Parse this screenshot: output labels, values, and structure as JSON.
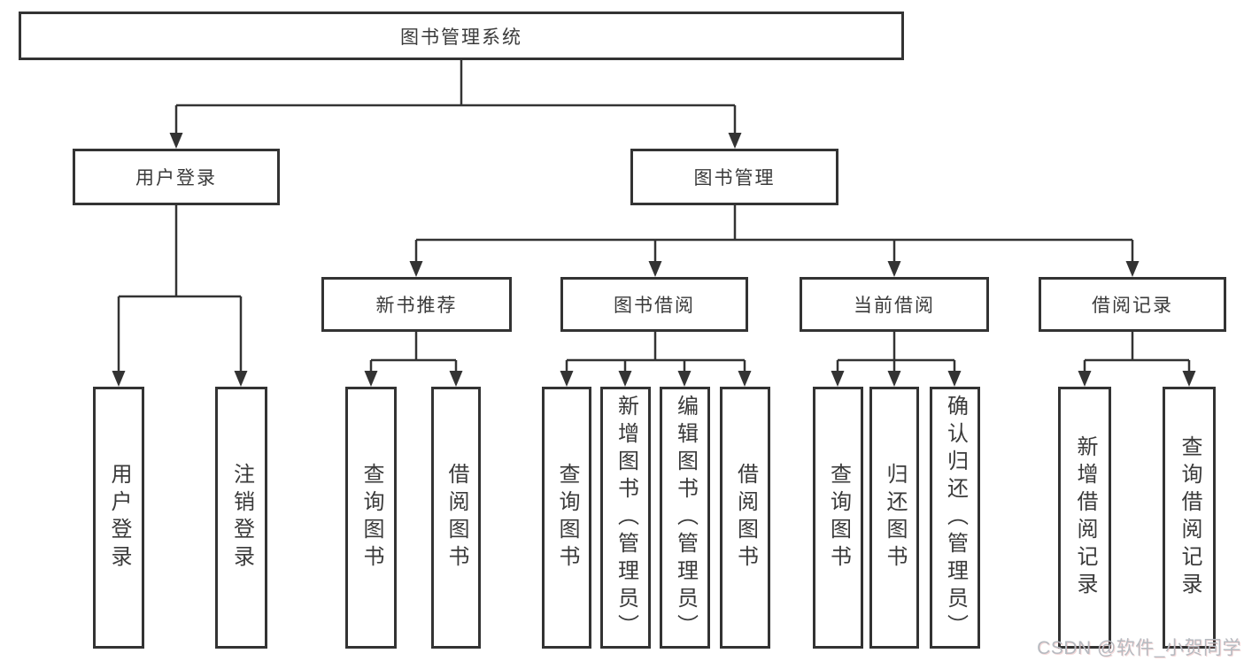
{
  "tree": {
    "label": "图书管理系统",
    "children": [
      {
        "label": "用户登录",
        "children": [
          {
            "label": "用户登录"
          },
          {
            "label": "注销登录"
          }
        ]
      },
      {
        "label": "图书管理",
        "children": [
          {
            "label": "新书推荐",
            "children": [
              {
                "label": "查询图书"
              },
              {
                "label": "借阅图书"
              }
            ]
          },
          {
            "label": "图书借阅",
            "children": [
              {
                "label": "查询图书"
              },
              {
                "label": "新增图书（管理员）"
              },
              {
                "label": "编辑图书（管理员）"
              },
              {
                "label": "借阅图书"
              }
            ]
          },
          {
            "label": "当前借阅",
            "children": [
              {
                "label": "查询图书"
              },
              {
                "label": "归还图书"
              },
              {
                "label": "确认归还（管理员）"
              }
            ]
          },
          {
            "label": "借阅记录",
            "children": [
              {
                "label": "新增借阅记录"
              },
              {
                "label": "查询借阅记录"
              }
            ]
          }
        ]
      }
    ]
  },
  "watermark": "CSDN @软件_小贺同学",
  "colors": {
    "line": "#333333",
    "text": "#3a3a3a",
    "box_background": "#ffffff",
    "watermark": "#b6bac0"
  }
}
